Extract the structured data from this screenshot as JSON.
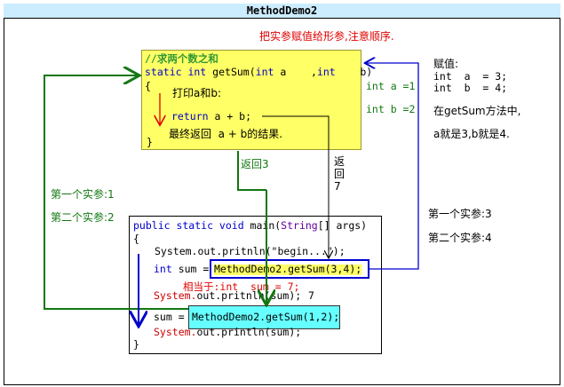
{
  "window": {
    "title": "MethodDemo2"
  },
  "notes": {
    "header": "把实参赋值给形参,注意顺序.",
    "assign_title": "赋值:",
    "assign_a": "int  a  = 3;",
    "assign_b": "int  b  = 4;",
    "in_method": "在getSum方法中,",
    "meaning": "a就是3,b就是4.",
    "arg1_left": "第一个实参:1",
    "arg2_left": "第二个实参:2",
    "arg1_right": "第一个实参:3",
    "arg2_right": "第二个实参:4",
    "return3": "返回3",
    "return7_a": "返",
    "return7_b": "回",
    "return7_c": "7",
    "equiv": "相当于:int  sum = 7;",
    "seven": "7"
  },
  "method": {
    "comment": "//求两个数之和",
    "sig_kw": "static int",
    "sig_name": " getSum(",
    "sig_int1": "int",
    "sig_a": " a",
    "sig_comma": "    ,",
    "sig_int2": "int",
    "sig_b": "    b)",
    "open_brace": "{",
    "print_ab": "打印a和b:",
    "return_kw": "return",
    "return_expr": " a + b;",
    "final_return": "最终返回  a + b的结果.",
    "close_brace": "}",
    "param_a": "int a =1",
    "param_b": "int b =2"
  },
  "main": {
    "sig_kw": "public static void",
    "sig_name": " main(",
    "sig_type": "String",
    "sig_rest": "[] args)",
    "open_brace": "{",
    "line1": "System.out.pritnln(\"begin...\");",
    "line2_kw": "int",
    "line2_var": " sum = ",
    "call1": "MethodDemo2.getSum(3,4);",
    "line3_obj": "System.",
    "line3_rest": "out.pritnln(sum);",
    "line4_var": "sum = ",
    "call2": "MethodDemo2.getSum(1,2);",
    "line5_obj": "System.",
    "line5_rest": "out.println(sum);",
    "close_brace": "}"
  },
  "colors": {
    "keyword": "#0000cc",
    "note_red": "#e00000",
    "arrow_green": "#117711",
    "arrow_blue": "#0000cc",
    "method_box": "#ffff66",
    "call_box": "#66ffff"
  }
}
